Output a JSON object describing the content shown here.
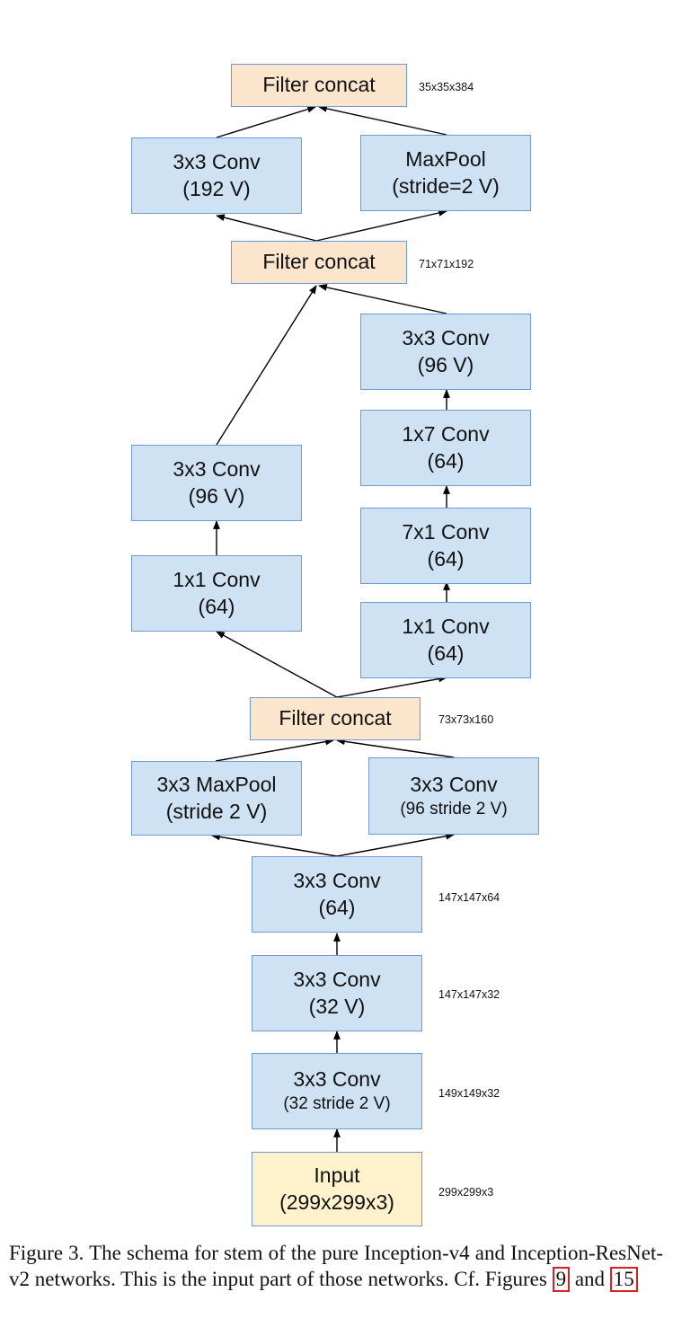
{
  "nodes": {
    "concat_top": {
      "line1": "Filter concat",
      "line2": ""
    },
    "conv_192v": {
      "line1": "3x3 Conv",
      "line2": "(192 V)"
    },
    "maxpool_s2": {
      "line1": "MaxPool",
      "line2": "(stride=2 V)"
    },
    "concat_mid": {
      "line1": "Filter concat",
      "line2": ""
    },
    "r_conv3x3_96v": {
      "line1": "3x3 Conv",
      "line2": "(96 V)"
    },
    "r_conv1x7": {
      "line1": "1x7 Conv",
      "line2": "(64)"
    },
    "r_conv7x1": {
      "line1": "7x1 Conv",
      "line2": "(64)"
    },
    "r_conv1x1": {
      "line1": "1x1 Conv",
      "line2": "(64)"
    },
    "l_conv3x3_96v": {
      "line1": "3x3 Conv",
      "line2": "(96 V)"
    },
    "l_conv1x1": {
      "line1": "1x1 Conv",
      "line2": "(64)"
    },
    "concat_low": {
      "line1": "Filter concat",
      "line2": ""
    },
    "maxpool_3x3": {
      "line1": "3x3 MaxPool",
      "line2": "(stride 2 V)"
    },
    "conv_96_s2": {
      "line1": "3x3 Conv",
      "line2": "(96 stride 2 V)"
    },
    "conv_64": {
      "line1": "3x3 Conv",
      "line2": "(64)"
    },
    "conv_32v": {
      "line1": "3x3 Conv",
      "line2": "(32 V)"
    },
    "conv_32_s2": {
      "line1": "3x3 Conv",
      "line2": "(32 stride 2 V)"
    },
    "input": {
      "line1": "Input",
      "line2": "(299x299x3)"
    }
  },
  "dims": {
    "concat_top": "35x35x384",
    "concat_mid": "71x71x192",
    "concat_low": "73x73x160",
    "conv_64": "147x147x64",
    "conv_32v": "147x147x32",
    "conv_32_s2": "149x149x32",
    "input": "299x299x3"
  },
  "caption": {
    "text_before": "Figure 3. The schema for stem of the pure Inception-v4 and Inception-ResNet-v2 networks. This is the input part of those networks. Cf. Figures ",
    "ref1": "9",
    "text_between": " and ",
    "ref2": "15"
  },
  "colors": {
    "conv_fill": "#cfe2f3",
    "concat_fill": "#fce5cd",
    "input_fill": "#fff2cc",
    "border": "#6f9bd1",
    "ref_box": "#e02020"
  }
}
